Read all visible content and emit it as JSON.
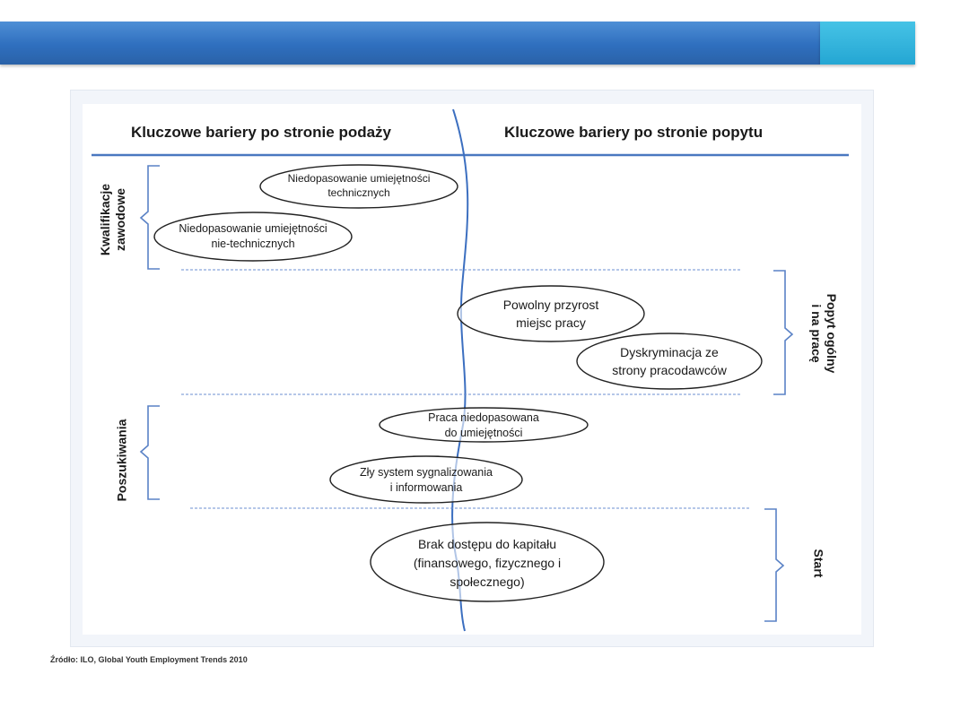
{
  "header": {
    "bar_color": "#2f6fbe",
    "accent_color": "#24a6d3"
  },
  "diagram": {
    "columns": {
      "supply": "Kluczowe bariery po stronie podaży",
      "demand": "Kluczowe bariery po stronie popytu"
    },
    "side_labels": {
      "qualifications": "Kwalifikacje\nzawodowe",
      "search": "Poszukiwania",
      "demand_general": "Popyt ogólny\ni na pracę",
      "start": "Start"
    },
    "barriers": {
      "technical_skills": "Niedopasowanie umiejętności\ntechnicznych",
      "non_technical_skills": "Niedopasowanie umiejętności\nnie-technicznych",
      "slow_job_growth": "Powolny przyrost\nmiejsc pracy",
      "employer_discrimination": "Dyskryminacja ze\nstrony pracodawców",
      "skill_mismatch_work": "Praca niedopasowana\ndo umiejętności",
      "poor_signalling": "Zły system sygnalizowania\ni informowania",
      "capital_access": "Brak dostępu do kapitału\n(finansowego, fizycznego i\nspołecznego)"
    }
  },
  "source": "Źródło: ILO, Global Youth Employment Trends 2010"
}
